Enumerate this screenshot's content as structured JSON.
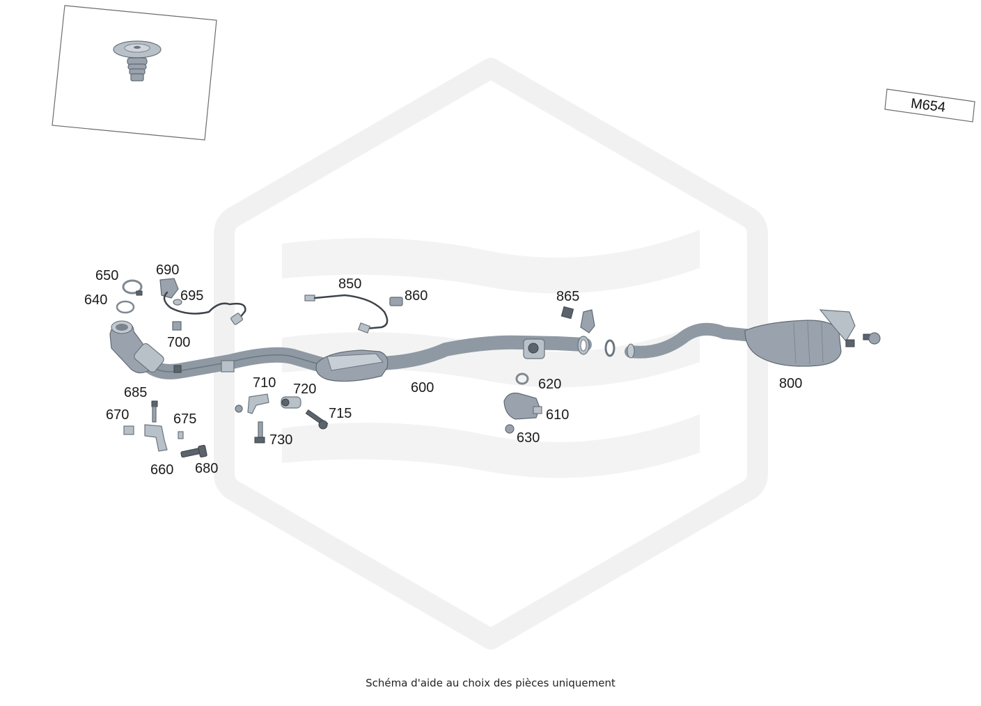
{
  "engine_code": "M654",
  "caption": "Schéma d'aide au choix des pièces uniquement",
  "callouts": {
    "c600": "600",
    "c610": "610",
    "c620": "620",
    "c630": "630",
    "c640": "640",
    "c650": "650",
    "c660": "660",
    "c670": "670",
    "c675": "675",
    "c680": "680",
    "c685": "685",
    "c690": "690",
    "c695": "695",
    "c700": "700",
    "c710": "710",
    "c715": "715",
    "c720": "720",
    "c730": "730",
    "c800": "800",
    "c850": "850",
    "c860": "860",
    "c865": "865"
  },
  "icons": {
    "watermark": "brand-logo-watermark",
    "inset_part": "push-rivet-clip"
  }
}
